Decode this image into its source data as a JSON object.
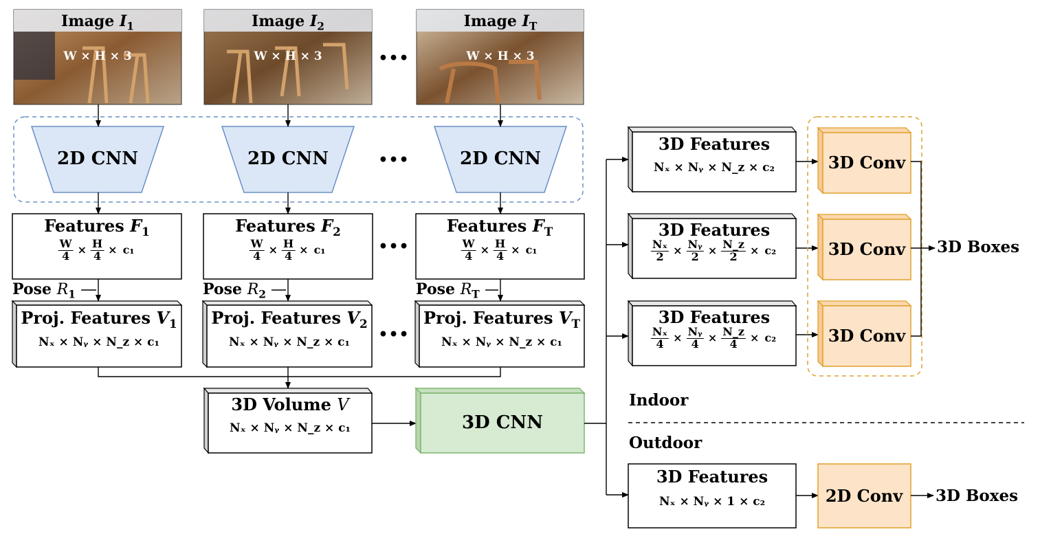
{
  "images": [
    {
      "label": "Image",
      "sub": "1",
      "size": "W × H × 3"
    },
    {
      "label": "Image",
      "sub": "2",
      "size": "W × H × 3"
    },
    {
      "label": "Image",
      "sub": "T",
      "size": "W × H × 3"
    }
  ],
  "cnn2d": "2D CNN",
  "ellipsis": "•••",
  "features2d": [
    {
      "label": "Features",
      "sub": "1",
      "w": "W",
      "h": "H",
      "d": "4",
      "c": "c₁"
    },
    {
      "label": "Features",
      "sub": "2",
      "w": "W",
      "h": "H",
      "d": "4",
      "c": "c₁"
    },
    {
      "label": "Features",
      "sub": "T",
      "w": "W",
      "h": "H",
      "d": "4",
      "c": "c₁"
    }
  ],
  "poses": [
    {
      "label": "Pose",
      "sub": "1"
    },
    {
      "label": "Pose",
      "sub": "2"
    },
    {
      "label": "Pose",
      "sub": "T"
    }
  ],
  "proj": [
    {
      "label": "Proj. Features",
      "sub": "1",
      "size": "Nₓ × Nᵧ × N_z × c₁"
    },
    {
      "label": "Proj. Features",
      "sub": "2",
      "size": "Nₓ × Nᵧ × N_z × c₁"
    },
    {
      "label": "Proj. Features",
      "sub": "T",
      "size": "Nₓ × Nᵧ × N_z × c₁"
    }
  ],
  "volume": {
    "label": "3D Volume",
    "var": "V",
    "size": "Nₓ × Nᵧ × N_z × c₁"
  },
  "cnn3d": "3D CNN",
  "feat3d": [
    {
      "label": "3D Features",
      "size": "Nₓ × Nᵧ × N_z × c₂"
    },
    {
      "label": "3D Features",
      "d": "2",
      "c": "c₂"
    },
    {
      "label": "3D Features",
      "d": "4",
      "c": "c₂"
    }
  ],
  "nx": "Nₓ",
  "ny": "Nᵧ",
  "nz": "N_z",
  "times": "×",
  "conv3d": "3D Conv",
  "boxes": "3D Boxes",
  "indoor": "Indoor",
  "outdoor": "Outdoor",
  "outdoor_feat": {
    "label": "3D Features",
    "size": "Nₓ × Nᵧ × 1 × c₂"
  },
  "conv2d": "2D Conv",
  "boxes2": "3D Boxes",
  "colors": {
    "cnn2d_fill": "#dbe7f7",
    "cnn2d_stroke": "#6a8fc4",
    "cnn3d_fill": "#d6ebd2",
    "cnn3d_stroke": "#7fb56f",
    "conv_fill": "#fde3c7",
    "conv_stroke": "#e0a12a",
    "dash_blue": "#6a8fc4",
    "dash_orange": "#e0a12a"
  }
}
